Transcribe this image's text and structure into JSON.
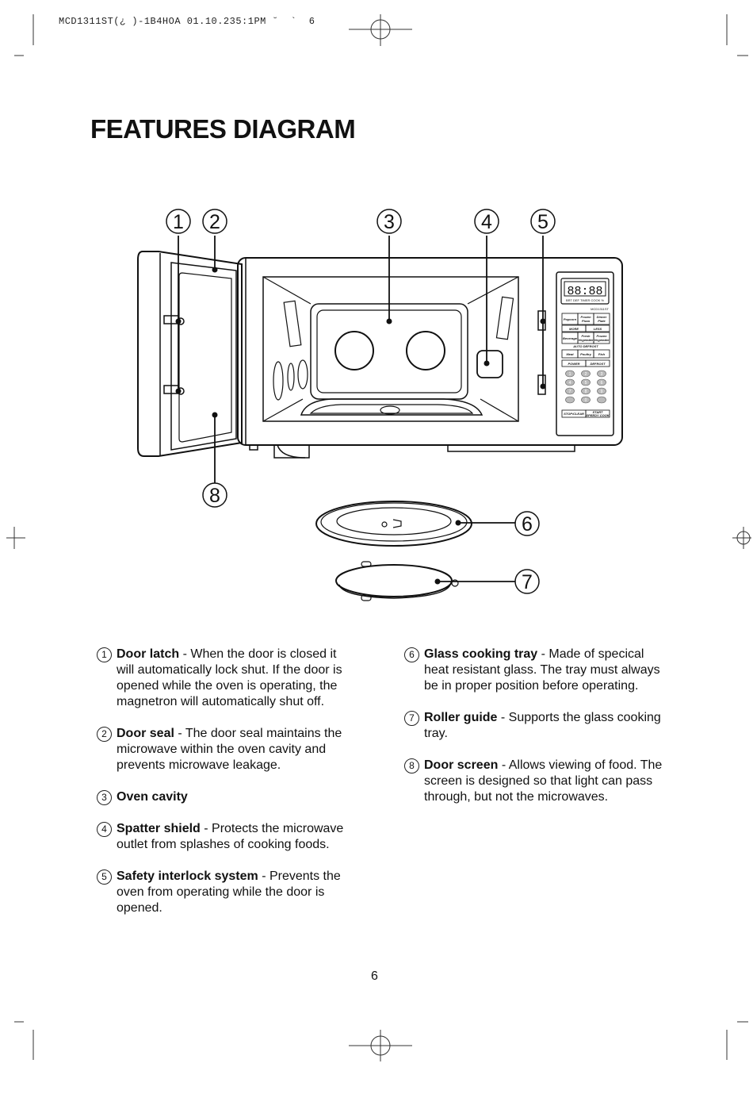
{
  "header": {
    "print_line": "MCD1311ST(¿ )-1B4HOA 01.10.235:1PM ˘  `  6"
  },
  "page_title": "FEATURES DIAGRAM",
  "diagram": {
    "callouts": [
      "1",
      "2",
      "3",
      "4",
      "5",
      "6",
      "7",
      "8"
    ],
    "display_text": "88:88",
    "display_sub": "BRT  DEF  TIMER  COOK  %",
    "model_label": "MCD1311ST",
    "buttons": {
      "popcorn": "Popcorn",
      "frozen_pizza_1": "Frozen",
      "frozen_pizza_2": "Pizza",
      "dinner_plate_1": "Dinner",
      "dinner_plate_2": "Plate",
      "more": "MORE",
      "less": "LESS",
      "beverage": "Beverage",
      "fresh_veg_1": "Fresh",
      "fresh_veg_2": "Vegetable",
      "frozen_veg_1": "Frozen",
      "frozen_veg_2": "Vegetable",
      "auto_defrost": "AUTO DEFROST",
      "meat": "Meat",
      "poultry": "Poultry",
      "fish": "Fish",
      "power": "POWER",
      "defrost": "DEFROST",
      "keypad": [
        "1",
        "2",
        "3",
        "4",
        "5",
        "6",
        "7",
        "8",
        "9",
        "",
        "0",
        ""
      ],
      "stop_clear": "STOP/CLEAR",
      "start_1": "START",
      "start_2": "SPEEDY COOK"
    }
  },
  "features": [
    {
      "num": "1",
      "term": "Door latch",
      "desc": " - When the door is closed it will automatically lock shut. If the door is opened while the oven is operating, the magnetron will automatically shut off."
    },
    {
      "num": "2",
      "term": "Door seal",
      "desc": " - The door seal maintains the microwave within the oven cavity and prevents microwave leakage."
    },
    {
      "num": "3",
      "term": "Oven cavity",
      "desc": ""
    },
    {
      "num": "4",
      "term": "Spatter shield",
      "desc": " - Protects the microwave outlet from splashes of cooking foods."
    },
    {
      "num": "5",
      "term": "Safety interlock system",
      "desc": " - Prevents the oven from operating while the door is opened."
    },
    {
      "num": "6",
      "term": "Glass cooking tray",
      "desc": " - Made of specical heat resistant glass. The tray must always be in proper position before operating."
    },
    {
      "num": "7",
      "term": "Roller guide",
      "desc": " - Supports the glass cooking tray."
    },
    {
      "num": "8",
      "term": "Door screen",
      "desc": " - Allows viewing of food. The screen is designed so that light can pass through, but not the microwaves."
    }
  ],
  "page_number": "6"
}
